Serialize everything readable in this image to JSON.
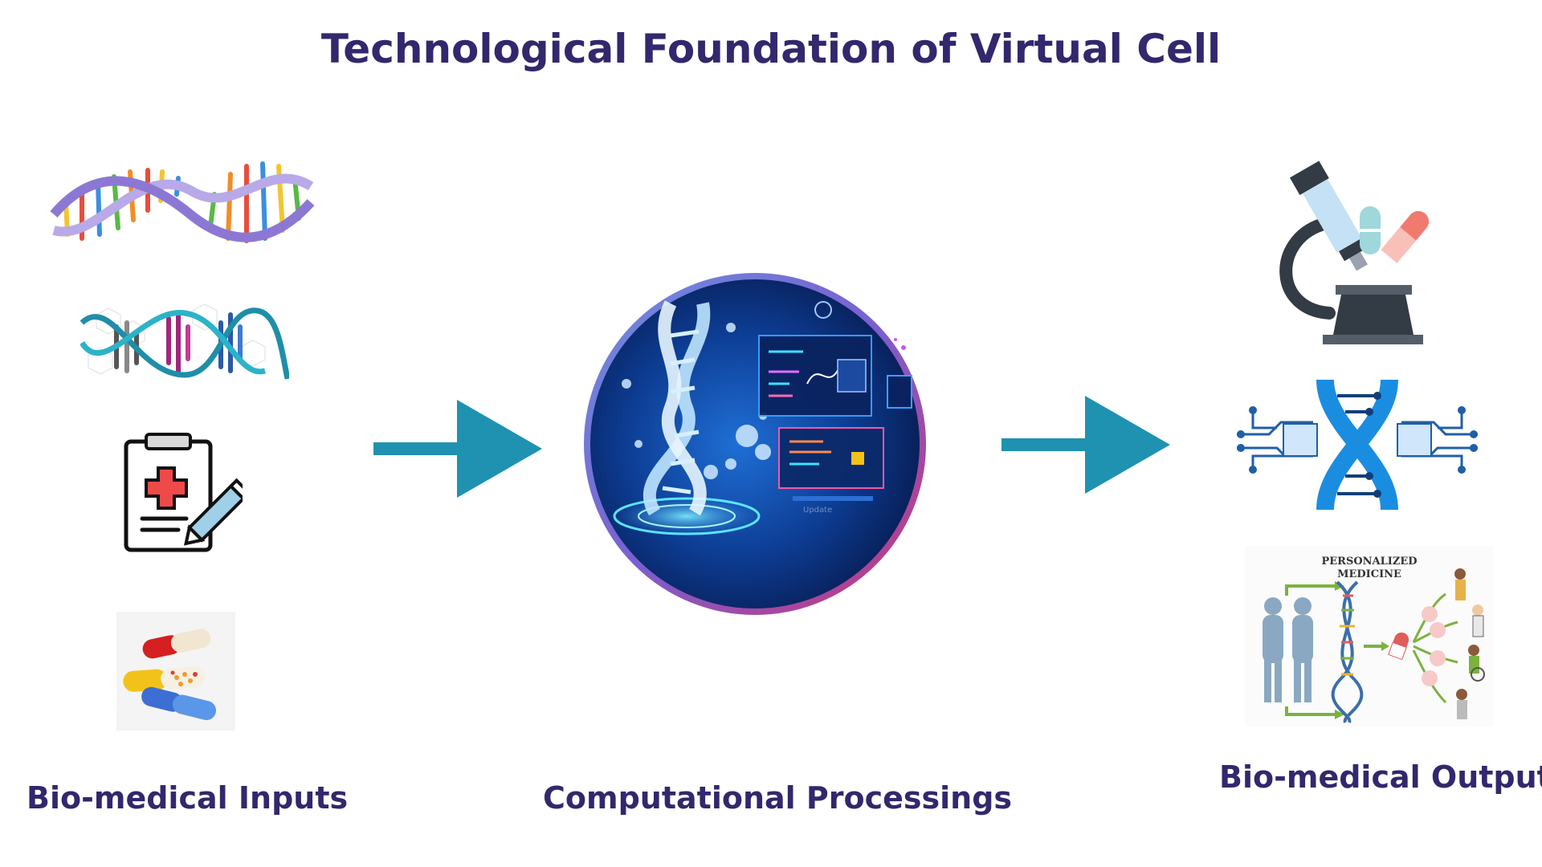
{
  "title": "Technological Foundation of Virtual Cell",
  "columns": {
    "inputs": {
      "label": "Bio-medical Inputs"
    },
    "processing": {
      "label": "Computational Processings",
      "screen_text": "Update"
    },
    "outputs": {
      "label": "Bio-medical Output",
      "personalized_title_1": "PERSONALIZED",
      "personalized_title_2": "MEDICINE"
    }
  },
  "icons": {
    "inputs": [
      "dna-double-helix-icon",
      "dna-sequence-icon",
      "medical-clipboard-icon",
      "medicine-capsules-icon"
    ],
    "processing": [
      "digital-dna-sphere-icon"
    ],
    "outputs": [
      "microscope-with-pills-icon",
      "dna-circuit-icon",
      "personalized-medicine-illustration"
    ]
  },
  "colors": {
    "title": "#33276d",
    "arrow": "#1f92b1"
  }
}
